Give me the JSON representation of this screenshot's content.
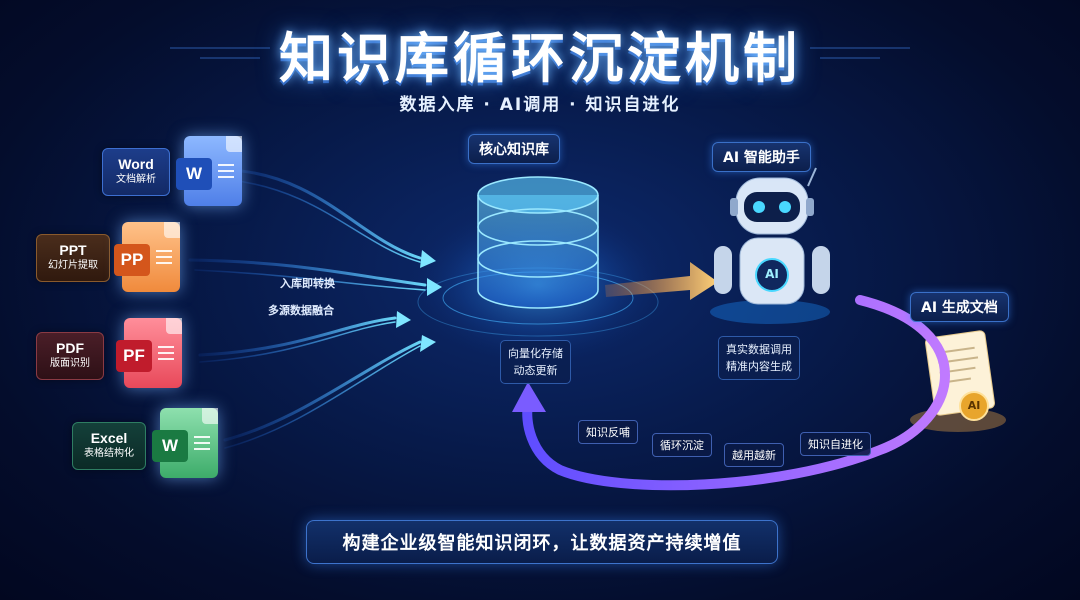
{
  "title": "知识库循环沉淀机制",
  "subtitle": "数据入库 · AI调用 · 知识自进化",
  "sources": [
    {
      "name": "Word",
      "desc": "文档解析",
      "badge": "W",
      "icon": "word-doc-icon"
    },
    {
      "name": "PPT",
      "desc": "幻灯片提取",
      "badge": "PP",
      "icon": "ppt-doc-icon"
    },
    {
      "name": "PDF",
      "desc": "版面识别",
      "badge": "PF",
      "icon": "pdf-doc-icon"
    },
    {
      "name": "Excel",
      "desc": "表格结构化",
      "badge": "W",
      "icon": "excel-doc-icon"
    }
  ],
  "flow_labels": {
    "line1": "入库即转换",
    "line2": "多源数据融合"
  },
  "core": {
    "title": "核心知识库",
    "line1": "向量化存储",
    "line2": "动态更新",
    "icon": "database-icon"
  },
  "assistant": {
    "title": "AI 智能助手",
    "line1": "真实数据调用",
    "line2": "精准内容生成",
    "badge": "AI",
    "icon": "robot-icon"
  },
  "generated": {
    "title": "AI 生成文档",
    "badge": "AI",
    "icon": "document-medal-icon"
  },
  "loop_tags": [
    "知识反哺",
    "循环沉淀",
    "越用越新",
    "知识自进化"
  ],
  "banner": "构建企业级智能知识闭环，让数据资产持续增值",
  "colors": {
    "background": "#040d2c",
    "accent": "#3fa9ff",
    "loop_arrow": "#9a5cff",
    "output_arrow": "#ffb347"
  }
}
